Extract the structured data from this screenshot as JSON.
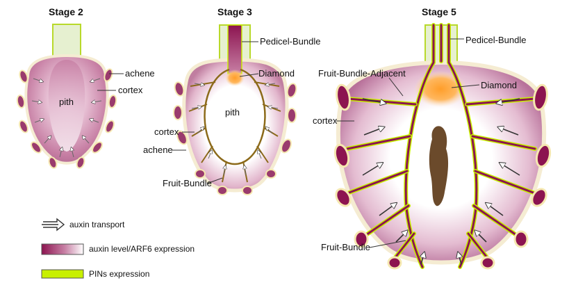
{
  "stages": [
    {
      "title": "Stage 2",
      "labels": {
        "achene": "achene",
        "cortex": "cortex",
        "pith": "pith"
      }
    },
    {
      "title": "Stage 3",
      "labels": {
        "pedicel_bundle": "Pedicel-Bundle",
        "diamond": "Diamond",
        "pith": "pith",
        "cortex": "cortex",
        "achene": "achene",
        "fruit_bundle": "Fruit-Bundle"
      }
    },
    {
      "title": "Stage 5",
      "labels": {
        "pedicel_bundle": "Pedicel-Bundle",
        "fruit_bundle_adjacent": "Fruit-Bundle-Adjacent",
        "diamond": "Diamond",
        "cortex": "cortex",
        "fruit_bundle": "Fruit-Bundle"
      }
    }
  ],
  "legend": [
    {
      "icon": "hollow-arrow-icon",
      "label": "auxin transport"
    },
    {
      "icon": "gradient-bar-icon",
      "label": "auxin level/ARF6 expression"
    },
    {
      "icon": "green-bar-icon",
      "label": "PINs expression"
    }
  ],
  "colors": {
    "auxin_dark": "#8c1450",
    "auxin_light": "#f7eaf1",
    "pin_green": "#c8f000",
    "pedicel_green": "#e6f0d0",
    "diamond_orange": "#ffa53a",
    "rind": "#f5ecd2",
    "pith_brown": "#6b4a2b"
  }
}
